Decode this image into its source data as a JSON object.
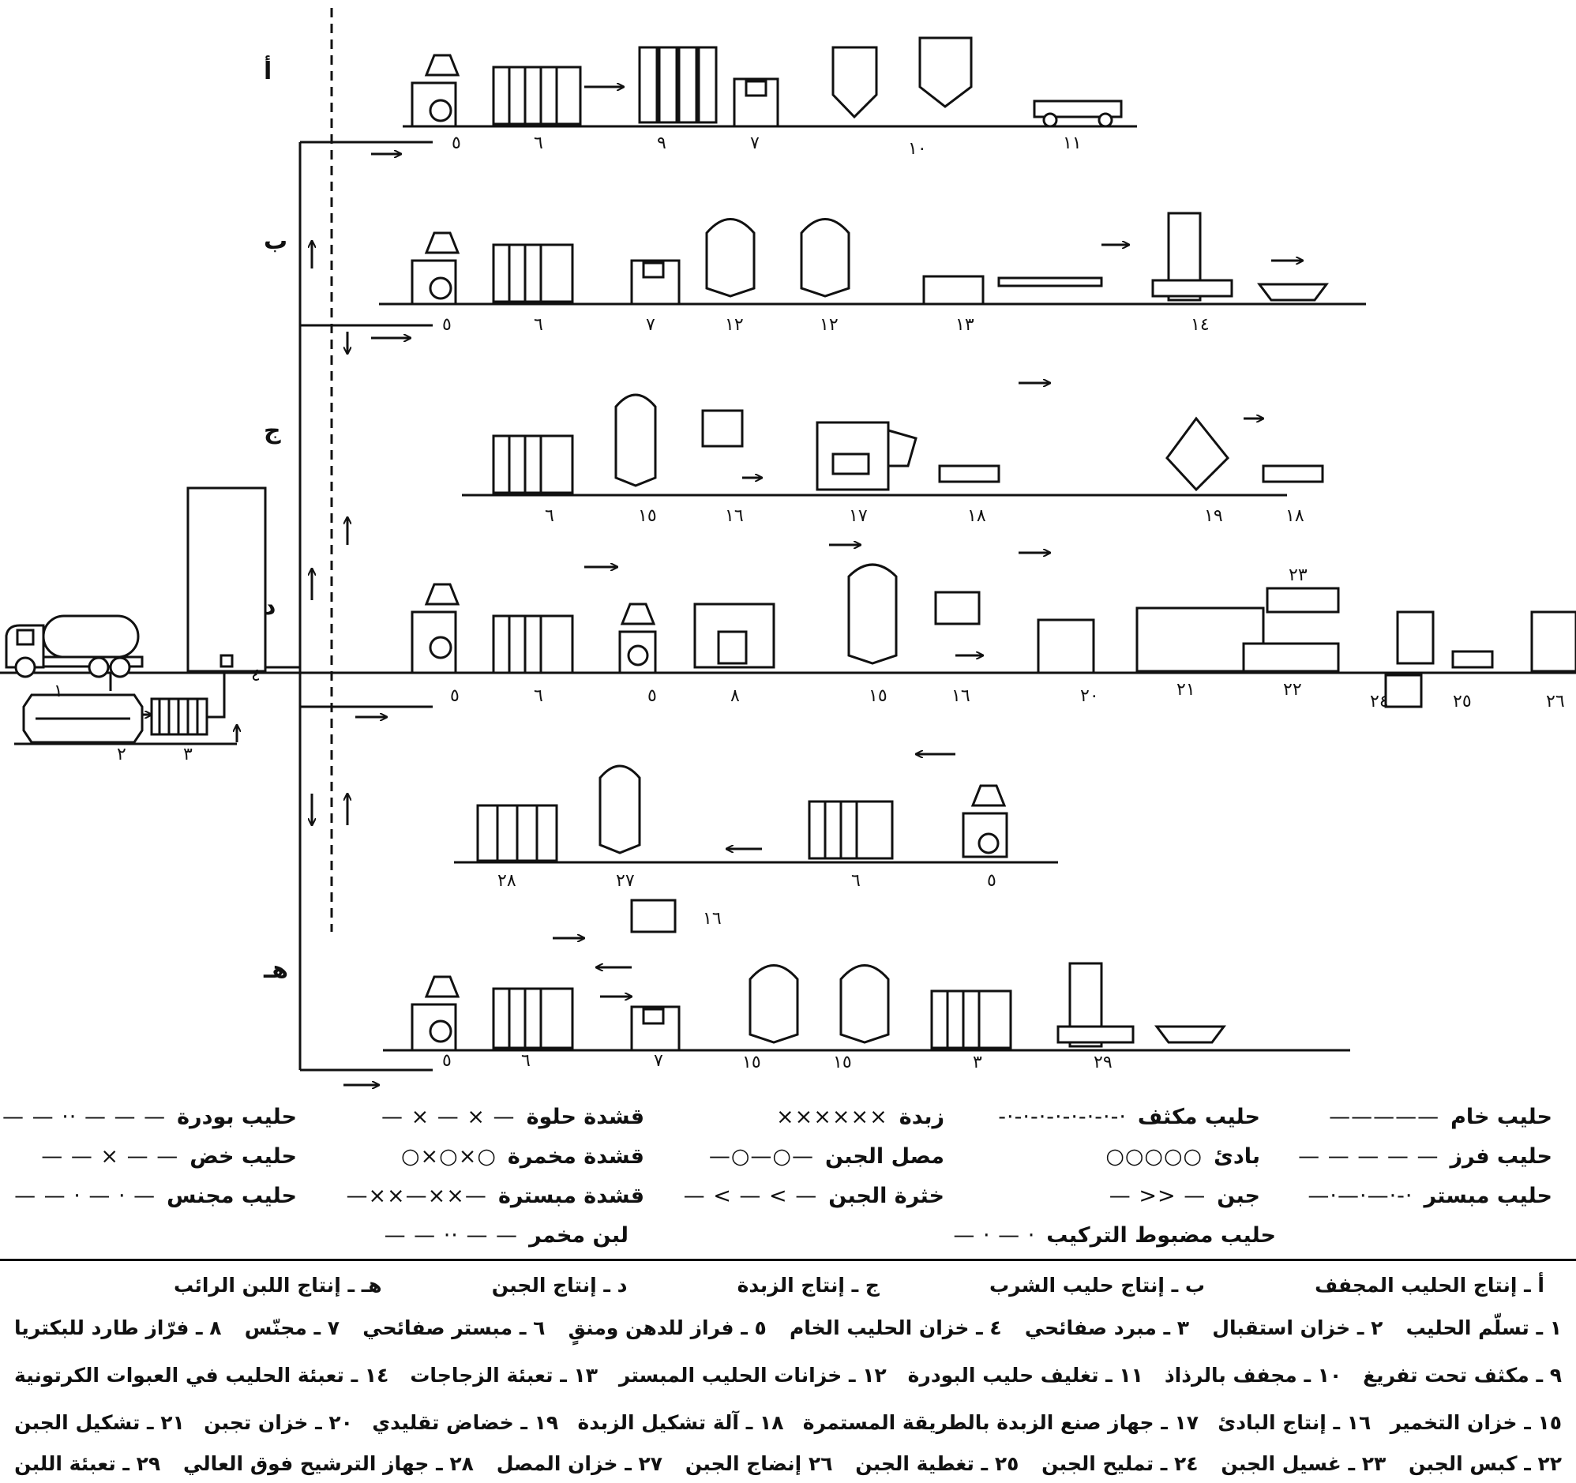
{
  "lines": {
    "a": "أ",
    "b": "ب",
    "j": "ج",
    "d": "د",
    "h": "هـ"
  },
  "numbers": {
    "n1": "١",
    "n2": "٢",
    "n3": "٣",
    "n4": "٤",
    "n5": "٥",
    "n6": "٦",
    "n7": "٧",
    "n8": "٨",
    "n9": "٩",
    "n10": "١٠",
    "n11": "١١",
    "n12": "١٢",
    "n13": "١٣",
    "n14": "١٤",
    "n15": "١٥",
    "n16": "١٦",
    "n17": "١٧",
    "n18": "١٨",
    "n19": "١٩",
    "n20": "٢٠",
    "n21": "٢١",
    "n22": "٢٢",
    "n23": "٢٣",
    "n24": "٢٤",
    "n25": "٢٥",
    "n26": "٢٦",
    "n27": "٢٧",
    "n28": "٢٨",
    "n29": "٢٩"
  },
  "legend": {
    "rows": [
      [
        {
          "label": "حليب خام",
          "symbol": "—————"
        },
        {
          "label": "حليب مكثف",
          "symbol": "-·-·-·-·-·-·-·-·"
        },
        {
          "label": "زبدة",
          "symbol": "××××××"
        },
        {
          "label": "قشدة حلوة",
          "symbol": "— × — × —"
        },
        {
          "label": "حليب بودرة",
          "symbol": "— — ·· — — —"
        }
      ],
      [
        {
          "label": "حليب فرز",
          "symbol": "— — — — —"
        },
        {
          "label": "بادئ",
          "symbol": "○○○○○"
        },
        {
          "label": "مصل الجبن",
          "symbol": "—○—○—"
        },
        {
          "label": "قشدة مخمرة",
          "symbol": "○×○×○"
        },
        {
          "label": "حليب خض",
          "symbol": "— — × — —"
        }
      ],
      [
        {
          "label": "حليب مبستر",
          "symbol": "—·—·—·-·"
        },
        {
          "label": "جبن",
          "symbol": "— >> —"
        },
        {
          "label": "خثرة الجبن",
          "symbol": "— < — < —"
        },
        {
          "label": "قشدة مبسترة",
          "symbol": "—××—××—"
        },
        {
          "label": "حليب مجنس",
          "symbol": "— — · — · —"
        }
      ],
      [
        {
          "label": "حليب مضبوط التركيب",
          "symbol": "— · — ·"
        },
        {
          "label": "لبن مخمر",
          "symbol": "— — ·· — —"
        }
      ]
    ]
  },
  "caption": {
    "products": [
      "أ ـ إنتاج الحليب المجفف",
      "ب ـ إنتاج حليب الشرب",
      "ج ـ إنتاج الزبدة",
      "د ـ إنتاج الجبن",
      "هـ ـ إنتاج اللبن الرائب"
    ],
    "equipment_rows": [
      [
        "١ ـ تسلّم الحليب",
        "٢ ـ خزان استقبال",
        "٣ ـ مبرد صفائحي",
        "٤ ـ خزان الحليب الخام",
        "٥ ـ فراز للدهن ومنقٍ",
        "٦ ـ مبستر صفائحي",
        "٧ ـ مجنّس",
        "٨ ـ فرّاز طارد للبكتريا"
      ],
      [
        "٩ ـ مكثف تحت تفريغ",
        "١٠ ـ مجفف بالرذاذ",
        "١١ ـ تغليف حليب البودرة",
        "١٢ ـ خزانات الحليب المبستر",
        "١٣ ـ تعبئة الزجاجات",
        "١٤ ـ تعبئة الحليب في العبوات الكرتونية"
      ],
      [
        "١٥ ـ خزان التخمير",
        "١٦ ـ إنتاج البادئ",
        "١٧ ـ جهاز صنع الزبدة بالطريقة المستمرة",
        "١٨ ـ آلة تشكيل الزبدة",
        "١٩ ـ خضاض تقليدي",
        "٢٠ ـ خزان تجبن",
        "٢١ ـ تشكيل الجبن"
      ],
      [
        "٢٢ ـ كبس الجبن",
        "٢٣ ـ غسيل الجبن",
        "٢٤ ـ تمليح الجبن",
        "٢٥ ـ تغطية الجبن",
        "٢٦ إنضاج الجبن",
        "٢٧ ـ خزان المصل",
        "٢٨ ـ جهاز الترشيح فوق العالي",
        "٢٩ ـ تعبئة اللبن"
      ]
    ]
  }
}
